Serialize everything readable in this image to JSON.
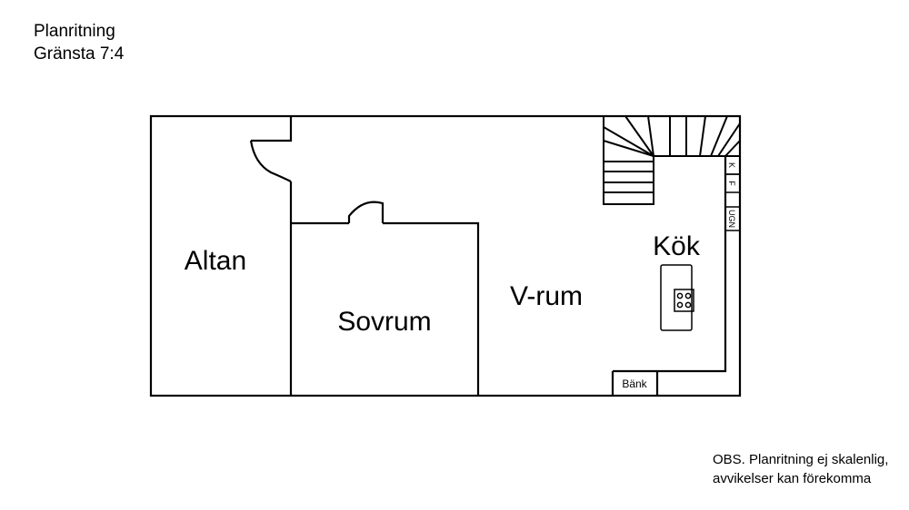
{
  "header": {
    "title": "Planritning",
    "subtitle": "Gränsta 7:4"
  },
  "rooms": {
    "altan": "Altan",
    "sovrum": "Sovrum",
    "vardagsrum": "V-rum",
    "kok": "Kök"
  },
  "fixtures": {
    "kyl": "K",
    "frys": "F",
    "ugn": "UGN",
    "bank": "Bänk"
  },
  "footer": {
    "note_line1": "OBS. Planritning ej skalenlig,",
    "note_line2": "avvikelser kan förekomma"
  }
}
